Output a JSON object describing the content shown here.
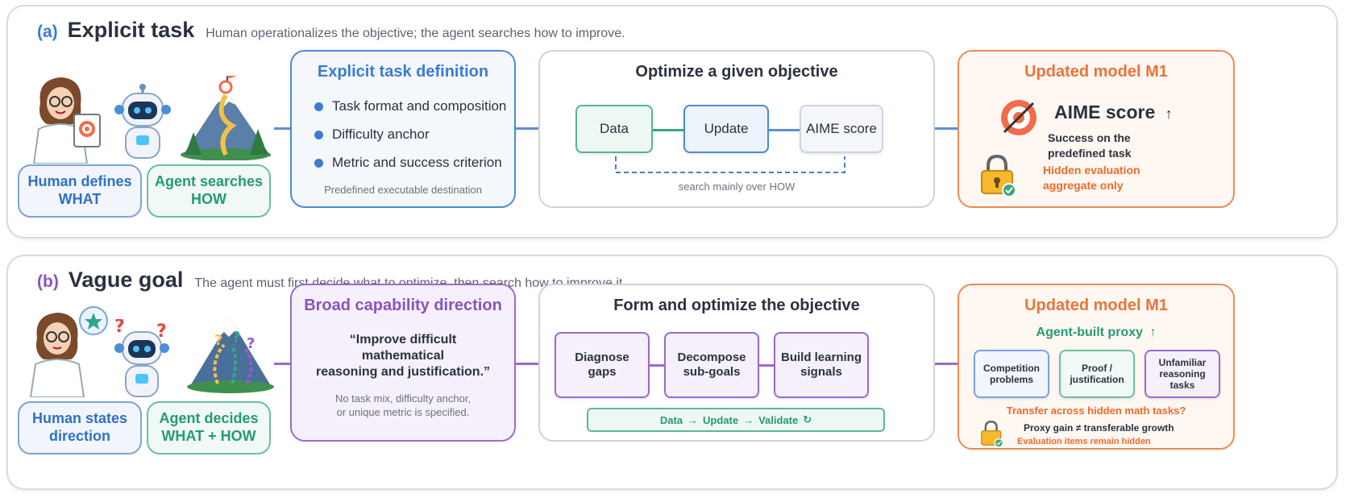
{
  "colors": {
    "blue": "#3a7bd5",
    "green": "#249a74",
    "purple": "#8a52c0",
    "orange": "#e8753a",
    "gray_border": "#d6dbe3"
  },
  "panel_a": {
    "tag": "(a)",
    "title": "Explicit task",
    "subtitle": "Human operationalizes the objective; the agent searches how to improve.",
    "illustration_icons": [
      "scientist-with-target-icon",
      "robot-icon",
      "mountain-with-target-path-icon"
    ],
    "human_pill": [
      "Human defines",
      "WHAT"
    ],
    "agent_pill": [
      "Agent searches",
      "HOW"
    ],
    "definition_box": {
      "title": "Explicit task definition",
      "bullets": [
        "Task format and composition",
        "Difficulty anchor",
        "Metric and success criterion"
      ],
      "footer": "Predefined executable destination"
    },
    "optimize_box": {
      "title": "Optimize a given objective",
      "nodes": [
        "Data",
        "Update",
        "AIME score"
      ],
      "search_label": "search mainly over HOW"
    },
    "result_box": {
      "title": "Updated model M1",
      "score_label": "AIME score",
      "arrow": "↑",
      "success_lines": [
        "Success on the",
        "predefined task"
      ],
      "hidden_lines": [
        "Hidden evaluation",
        "aggregate only"
      ]
    }
  },
  "panel_b": {
    "tag": "(b)",
    "title": "Vague goal",
    "subtitle": "The agent must first decide what to optimize, then search how to improve it.",
    "illustration_icons": [
      "scientist-thinking-icon",
      "confused-robot-icon",
      "mountain-with-question-paths-icon"
    ],
    "human_pill": [
      "Human states",
      "direction"
    ],
    "agent_pill": [
      "Agent decides",
      "WHAT + HOW"
    ],
    "direction_box": {
      "title": "Broad capability direction",
      "quote_lines": [
        "“Improve difficult",
        "mathematical",
        "reasoning and justification.”"
      ],
      "note_lines": [
        "No task mix, difficulty anchor,",
        "or unique metric is specified."
      ]
    },
    "form_box": {
      "title": "Form and optimize the objective",
      "steps": [
        [
          "Diagnose",
          "gaps"
        ],
        [
          "Decompose",
          "sub-goals"
        ],
        [
          "Build learning",
          "signals"
        ]
      ],
      "loop_items": [
        "Data",
        "Update",
        "Validate"
      ],
      "loop_arrow": "→",
      "loop_icon": "↻"
    },
    "result_box": {
      "title": "Updated model M1",
      "proxy_label": "Agent-built proxy",
      "arrow": "↑",
      "categories": [
        [
          "Competition",
          "problems"
        ],
        [
          "Proof /",
          "justification"
        ],
        [
          "Unfamiliar",
          "reasoning",
          "tasks"
        ]
      ],
      "question": "Transfer across hidden math tasks?",
      "proxy_note": "Proxy gain ≠ transferable growth",
      "hidden_note": "Evaluation items remain hidden"
    }
  }
}
